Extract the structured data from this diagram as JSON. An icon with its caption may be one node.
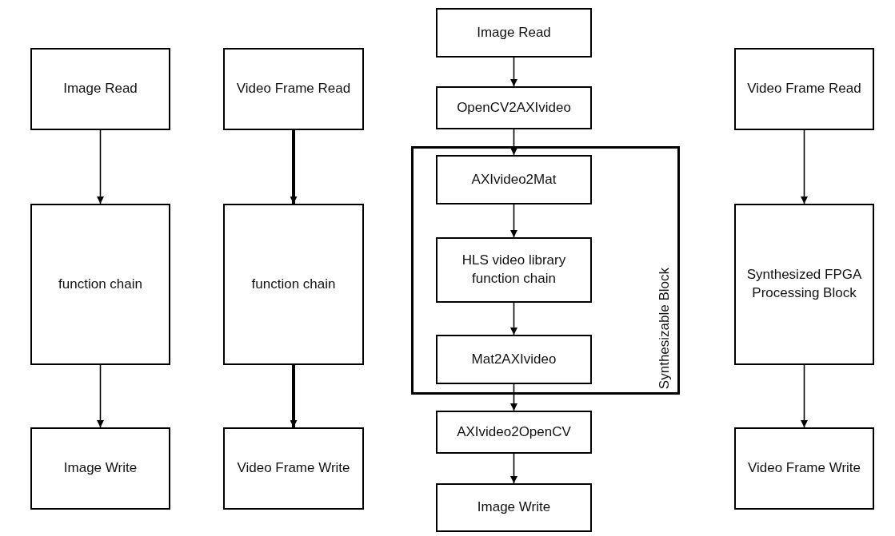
{
  "diagram": {
    "nodes": [
      {
        "text": [
          "Image Read"
        ]
      },
      {
        "text": [
          "function chain"
        ]
      },
      {
        "text": [
          "Image Write"
        ]
      },
      {
        "text": [
          "Video Frame Read"
        ]
      },
      {
        "text": [
          "function chain"
        ]
      },
      {
        "text": [
          "Video Frame Write"
        ]
      },
      {
        "text": [
          "Image Read"
        ]
      },
      {
        "text": [
          "OpenCV2AXIvideo"
        ]
      },
      {
        "text": [
          "Synthesizable Block"
        ]
      },
      {
        "text": [
          "AXIvideo2Mat"
        ],
        "in": 8
      },
      {
        "text": [
          "HLS video library function chain"
        ],
        "in": 8
      },
      {
        "text": [
          "Mat2AXIvideo"
        ],
        "in": 8
      },
      {
        "text": [
          "AXIvideo2OpenCV"
        ]
      },
      {
        "text": [
          "Image Write"
        ]
      },
      {
        "text": [
          "Video Frame Read"
        ]
      },
      {
        "text": [
          "Synthesized FPGA Processing Block"
        ]
      },
      {
        "text": [
          "Video Frame Write"
        ]
      }
    ],
    "edges": [
      {
        "from": 0,
        "to": 1,
        "arrow": "to"
      },
      {
        "from": 1,
        "to": 2,
        "arrow": "to"
      },
      {
        "from": 3,
        "to": 4,
        "arrow": "to",
        "style": "thick"
      },
      {
        "from": 4,
        "to": 5,
        "arrow": "to",
        "style": "thick"
      },
      {
        "from": 6,
        "to": 7,
        "arrow": "to"
      },
      {
        "from": 7,
        "to": 9,
        "arrow": "to"
      },
      {
        "from": 9,
        "to": 10,
        "arrow": "to"
      },
      {
        "from": 10,
        "to": 11,
        "arrow": "to"
      },
      {
        "from": 11,
        "to": 12,
        "arrow": "to"
      },
      {
        "from": 12,
        "to": 13,
        "arrow": "to"
      },
      {
        "from": 14,
        "to": 15,
        "arrow": "to"
      },
      {
        "from": 15,
        "to": 16,
        "arrow": "to"
      }
    ]
  }
}
